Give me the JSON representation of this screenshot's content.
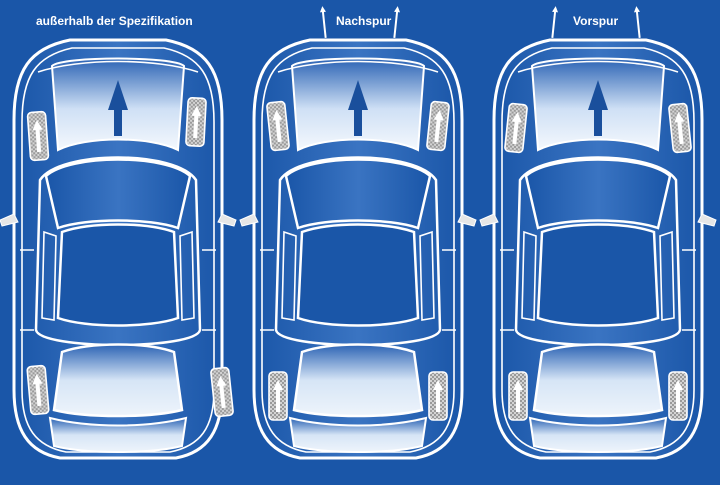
{
  "panels": [
    {
      "title": "außerhalb der Spezifikation",
      "config": "out-of-spec"
    },
    {
      "title": "Nachspur",
      "config": "toe-out"
    },
    {
      "title": "Vorspur",
      "config": "toe-in"
    }
  ],
  "colors": {
    "background": "#1a56a8",
    "outline": "#ffffff",
    "glass_light": "#e8f1fb",
    "glass_dark": "#2b63b4",
    "tire": "#b8b8b8",
    "arrow": "#1a4f9c"
  }
}
